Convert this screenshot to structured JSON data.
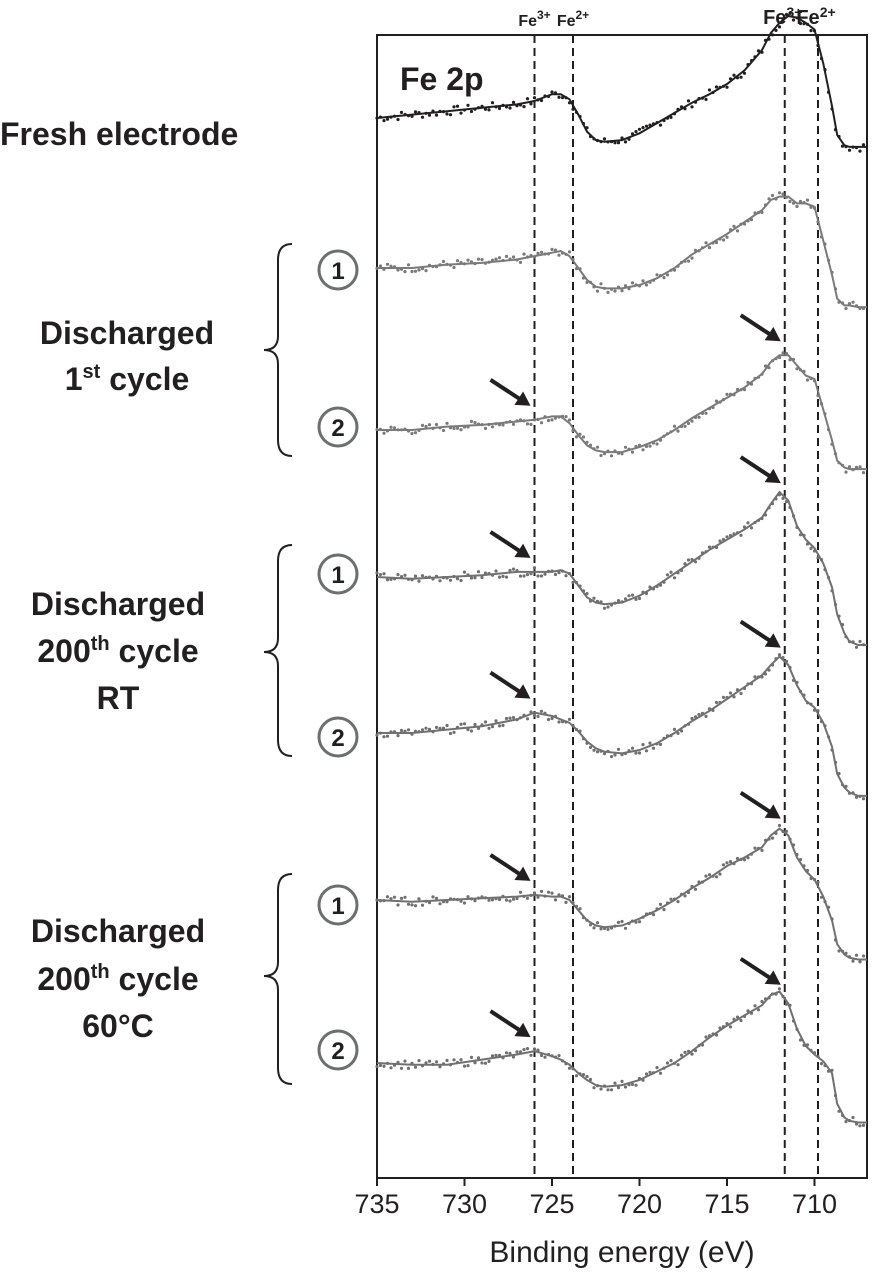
{
  "chart_data": {
    "type": "line",
    "title": "Fe 2p",
    "xlabel": "Binding energy (eV)",
    "ylabel": "",
    "xlim": [
      735,
      707
    ],
    "x_reversed": true,
    "xticks": [
      "735",
      "730",
      "725",
      "720",
      "715",
      "710"
    ],
    "reference_lines": [
      {
        "label": "Fe",
        "sup": "3+",
        "x": 726.0
      },
      {
        "label": "Fe",
        "sup": "2+",
        "x": 723.8
      },
      {
        "label": "Fe",
        "sup": "3+",
        "x": 711.7
      },
      {
        "label": "Fe",
        "sup": "2+",
        "x": 709.8
      }
    ],
    "x": [
      735,
      733,
      731,
      729,
      727,
      726,
      725,
      724.5,
      724,
      723.5,
      723,
      722.5,
      722,
      721,
      720,
      719,
      718,
      717,
      716,
      715,
      714,
      713,
      712.5,
      712,
      711.5,
      711,
      710.5,
      710,
      709.5,
      709,
      708.7,
      708.3,
      708,
      707.5,
      707
    ],
    "series": [
      {
        "offset": 0,
        "color": "#231f20",
        "y": [
          0.0,
          0.02,
          0.04,
          0.06,
          0.08,
          0.1,
          0.14,
          0.14,
          0.11,
          0.02,
          -0.08,
          -0.13,
          -0.14,
          -0.13,
          -0.09,
          -0.03,
          0.03,
          0.09,
          0.14,
          0.2,
          0.28,
          0.4,
          0.5,
          0.56,
          0.6,
          0.59,
          0.56,
          0.52,
          0.32,
          0.07,
          -0.1,
          -0.16,
          -0.17,
          -0.17,
          -0.17
        ]
      },
      {
        "offset": 1,
        "color": "#7a7a7a",
        "y": [
          0.0,
          0.0,
          0.02,
          0.03,
          0.05,
          0.07,
          0.09,
          0.1,
          0.07,
          0.0,
          -0.07,
          -0.11,
          -0.12,
          -0.12,
          -0.1,
          -0.06,
          0.0,
          0.08,
          0.14,
          0.2,
          0.27,
          0.34,
          0.4,
          0.42,
          0.42,
          0.38,
          0.38,
          0.36,
          0.16,
          -0.04,
          -0.18,
          -0.22,
          -0.22,
          -0.23,
          -0.23
        ]
      },
      {
        "offset": 2,
        "color": "#7a7a7a",
        "y": [
          0.0,
          0.0,
          0.02,
          0.03,
          0.05,
          0.06,
          0.08,
          0.08,
          0.04,
          -0.03,
          -0.09,
          -0.12,
          -0.13,
          -0.13,
          -0.1,
          -0.06,
          0.0,
          0.07,
          0.13,
          0.19,
          0.25,
          0.33,
          0.4,
          0.44,
          0.44,
          0.38,
          0.32,
          0.3,
          0.12,
          -0.06,
          -0.18,
          -0.22,
          -0.23,
          -0.23,
          -0.23
        ]
      },
      {
        "offset": 3,
        "color": "#707070",
        "y": [
          0.0,
          -0.01,
          0.0,
          0.01,
          0.03,
          0.03,
          0.03,
          0.04,
          0.02,
          -0.05,
          -0.12,
          -0.15,
          -0.16,
          -0.15,
          -0.11,
          -0.05,
          0.02,
          0.09,
          0.16,
          0.22,
          0.28,
          0.35,
          0.43,
          0.5,
          0.45,
          0.3,
          0.22,
          0.17,
          0.08,
          -0.06,
          -0.22,
          -0.33,
          -0.38,
          -0.4,
          -0.4
        ]
      },
      {
        "offset": 4,
        "color": "#707070",
        "y": [
          0.0,
          0.0,
          0.02,
          0.04,
          0.08,
          0.12,
          0.1,
          0.08,
          0.06,
          0.01,
          -0.05,
          -0.09,
          -0.11,
          -0.12,
          -0.1,
          -0.06,
          0.0,
          0.07,
          0.13,
          0.2,
          0.27,
          0.34,
          0.4,
          0.45,
          0.4,
          0.28,
          0.19,
          0.15,
          0.06,
          -0.08,
          -0.24,
          -0.32,
          -0.35,
          -0.37,
          -0.37
        ]
      },
      {
        "offset": 5,
        "color": "#707070",
        "y": [
          0.0,
          -0.01,
          0.0,
          0.01,
          0.02,
          0.03,
          0.02,
          0.02,
          0.0,
          -0.06,
          -0.12,
          -0.15,
          -0.16,
          -0.15,
          -0.11,
          -0.06,
          0.0,
          0.07,
          0.13,
          0.2,
          0.25,
          0.31,
          0.38,
          0.42,
          0.38,
          0.25,
          0.17,
          0.12,
          0.02,
          -0.12,
          -0.26,
          -0.32,
          -0.34,
          -0.35,
          -0.35
        ]
      },
      {
        "offset": 6,
        "color": "#707070",
        "y": [
          0.0,
          -0.01,
          -0.01,
          0.02,
          0.05,
          0.07,
          0.04,
          0.02,
          -0.01,
          -0.06,
          -0.1,
          -0.13,
          -0.14,
          -0.13,
          -0.1,
          -0.05,
          0.0,
          0.07,
          0.15,
          0.22,
          0.28,
          0.34,
          0.4,
          0.42,
          0.35,
          0.2,
          0.1,
          0.05,
          0.01,
          -0.06,
          -0.24,
          -0.32,
          -0.34,
          -0.35,
          -0.35
        ]
      }
    ],
    "arrows": [
      {
        "series": 2,
        "x": 726.0
      },
      {
        "series": 2,
        "x": 711.7
      },
      {
        "series": 3,
        "x": 726.0
      },
      {
        "series": 3,
        "x": 711.7
      },
      {
        "series": 4,
        "x": 726.0
      },
      {
        "series": 4,
        "x": 711.7
      },
      {
        "series": 5,
        "x": 726.0
      },
      {
        "series": 5,
        "x": 711.7
      },
      {
        "series": 6,
        "x": 726.0
      },
      {
        "series": 6,
        "x": 711.7
      }
    ]
  },
  "labels": {
    "fresh": "Fresh electrode",
    "d1_line1": "Discharged",
    "d1_line2_base": "1",
    "d1_line2_sup": "st",
    "d1_line2_rest": " cycle",
    "d200rt_line1": "Discharged",
    "d200rt_line2_base": "200",
    "d200rt_line2_sup": "th",
    "d200rt_line2_rest": " cycle",
    "d200rt_line3": "RT",
    "d200hot_line1": "Discharged",
    "d200hot_line2_base": "200",
    "d200hot_line2_sup": "th",
    "d200hot_line2_rest": " cycle",
    "d200hot_line3": "60°C",
    "circle1": "1",
    "circle2": "2"
  }
}
